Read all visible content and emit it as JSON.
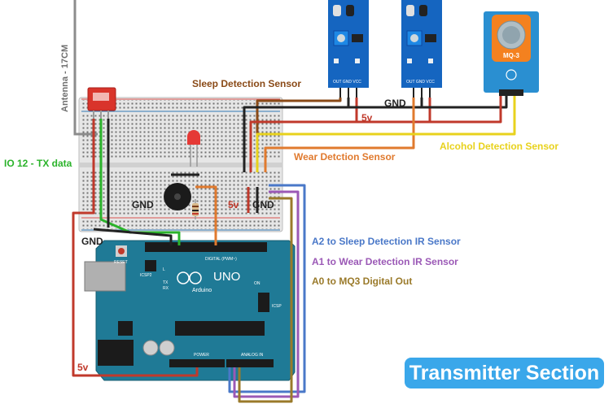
{
  "labels": {
    "antenna": "Antenna - 17CM",
    "tx": "IO 12 - TX data",
    "sleep_sensor": "Sleep Detection Sensor",
    "wear_sensor": "Wear Detction Sensor",
    "alcohol_sensor": "Alcohol Detection Sensor",
    "gnd_top": "GND",
    "v5_top": "5v",
    "gnd_board_left": "GND",
    "v5_board": "5v",
    "gnd_board_right": "GND",
    "gnd_arduino": "GND",
    "v5_bottom": "5v",
    "a2": "A2 to Sleep Detection IR Sensor",
    "a1": "A1 to Wear Detection IR Sensor",
    "a0": "A0 to MQ3 Digital Out",
    "section": "Transmitter Section"
  },
  "components": {
    "mq3_name": "MQ-3",
    "arduino_logo": "UNO",
    "arduino_brand": "Arduino",
    "reset": "RESET",
    "icsp": "ICSP",
    "icsp2": "ICSP2",
    "digital": "DIGITAL (PWM~)",
    "analog": "ANALOG IN",
    "power": "POWER",
    "on": "ON",
    "tx_led": "TX",
    "rx_led": "RX",
    "l_led": "L"
  },
  "colors": {
    "sleep": "#8a4a17",
    "wear": "#e07a2e",
    "alcohol": "#e8d21c",
    "tx": "#2bb32b",
    "red": "#c0392b",
    "gnd": "#222222",
    "antenna": "#8c8c8c",
    "a2": "#4a78c8",
    "a1": "#9b59b6",
    "a0": "#9a7a2a",
    "badge": "#3aa7ea",
    "arduino": "#1f7a96",
    "ir_board": "#1565c0",
    "mq3_board": "#2a8fd1"
  }
}
